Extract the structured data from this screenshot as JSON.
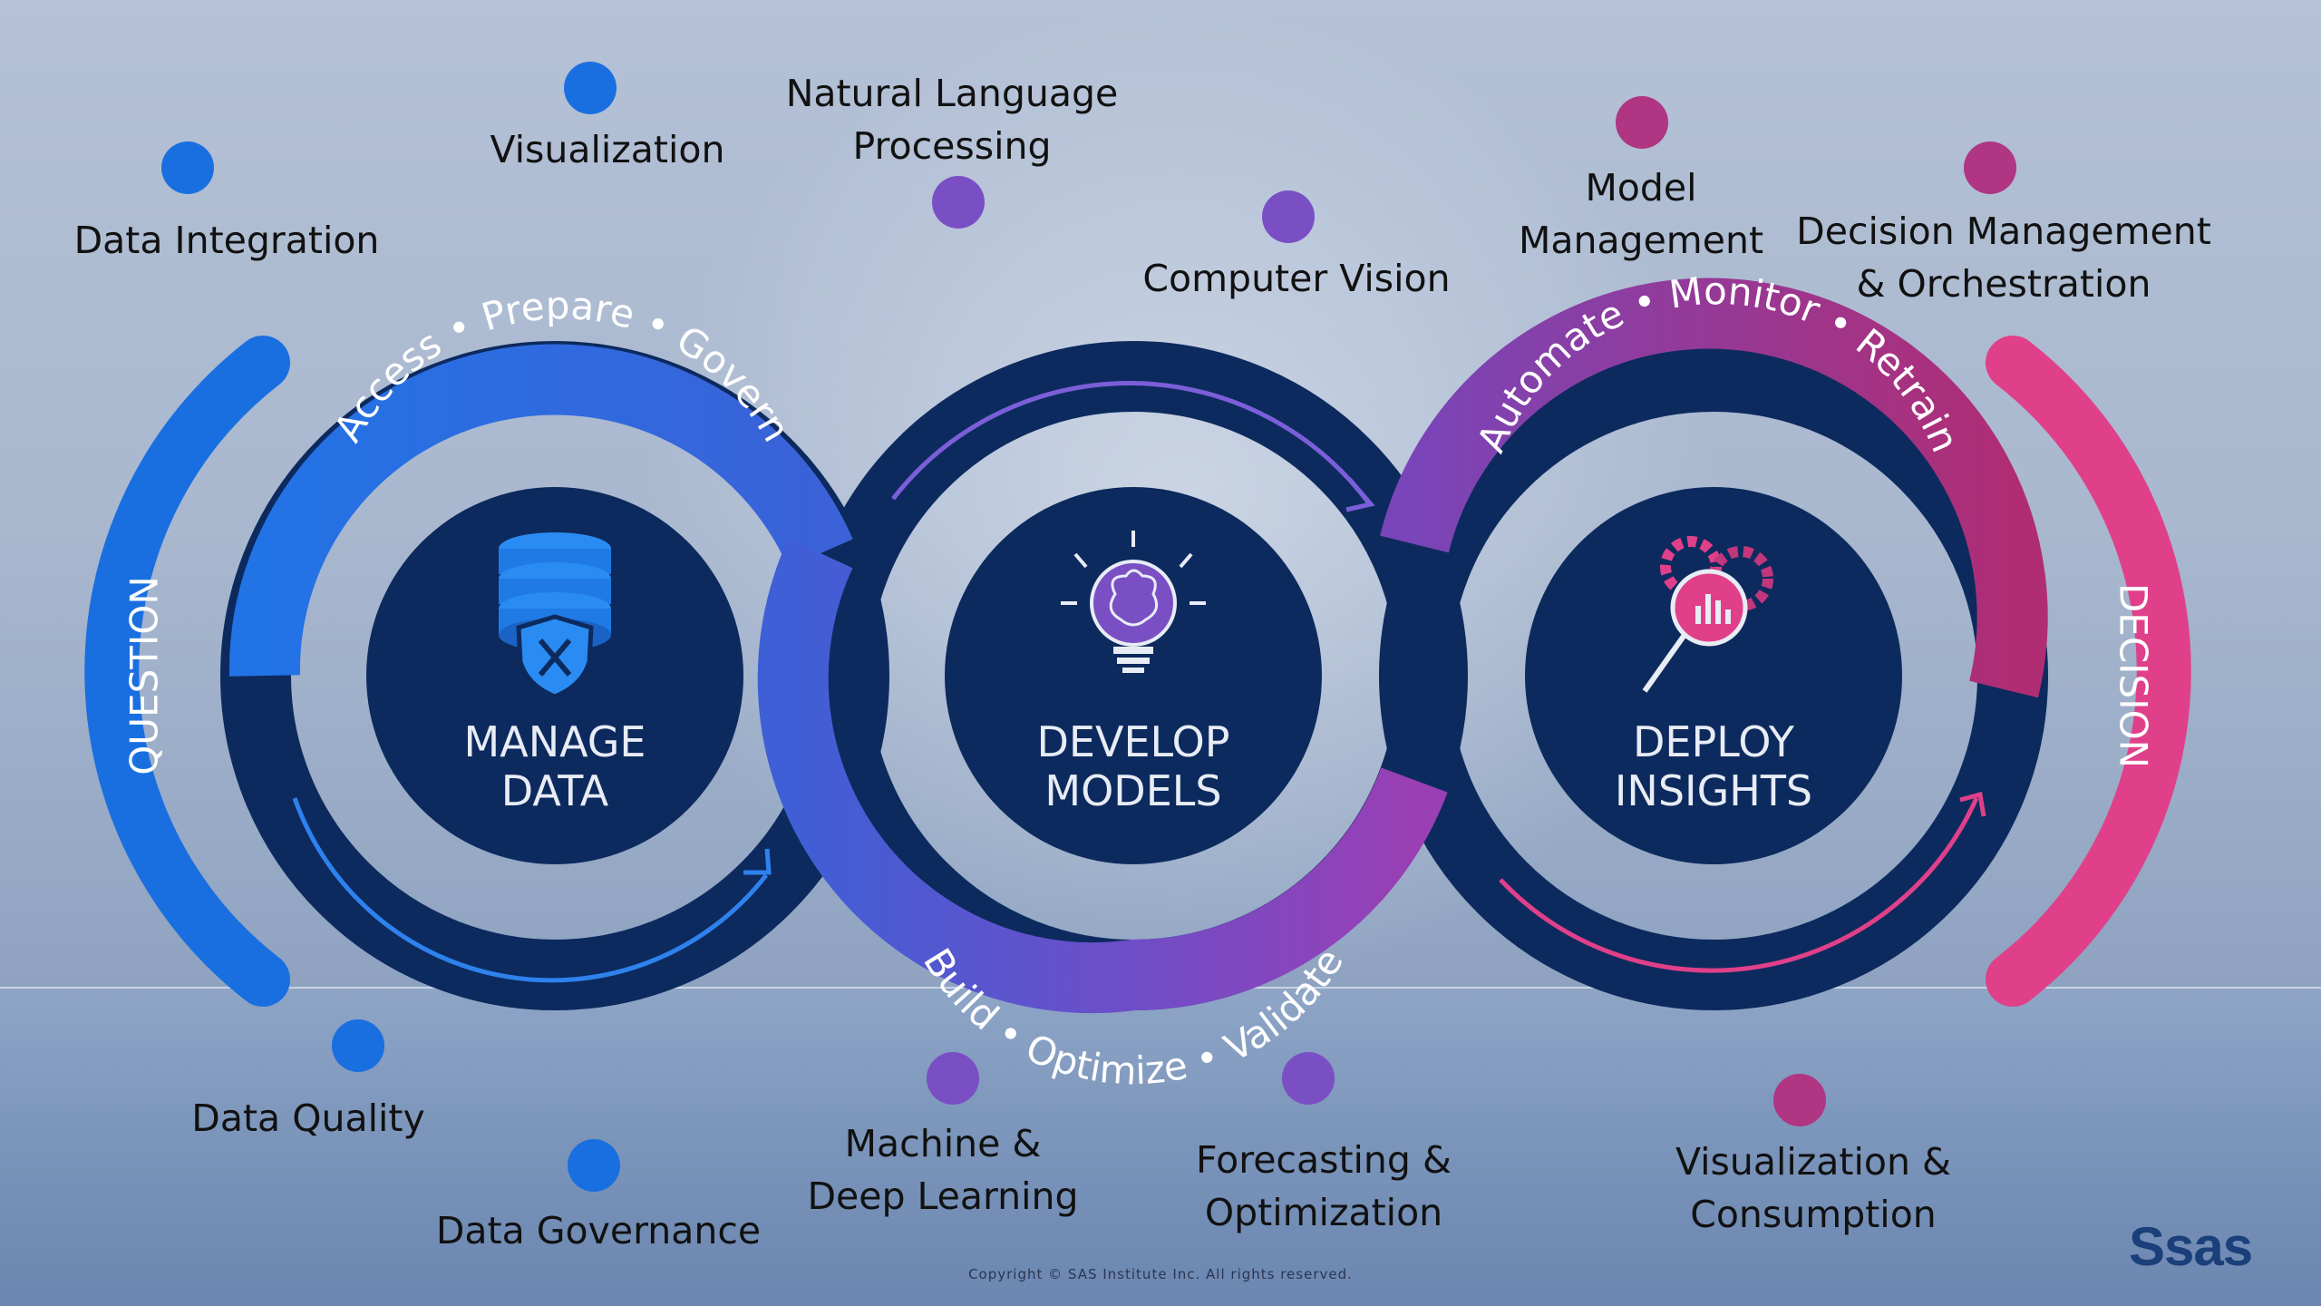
{
  "copyright": "Copyright © SAS Institute Inc. All rights reserved.",
  "logo_text": "Ssas",
  "side_labels": {
    "left": "QUESTION",
    "right": "DECISION"
  },
  "arc_labels": {
    "manage": "Access • Prepare • Govern",
    "develop": "Build • Optimize • Validate",
    "deploy": "Automate • Monitor • Retrain"
  },
  "circles": [
    {
      "line1": "MANAGE",
      "line2": "DATA",
      "icon": "database-shield-icon"
    },
    {
      "line1": "DEVELOP",
      "line2": "MODELS",
      "icon": "brain-lightbulb-icon"
    },
    {
      "line1": "DEPLOY",
      "line2": "INSIGHTS",
      "icon": "gears-magnifier-icon"
    }
  ],
  "capabilities": {
    "data_integration": "Data Integration",
    "visualization": "Visualization",
    "nlp": "Natural Language\nProcessing",
    "computer_vision": "Computer Vision",
    "model_management": "Model\nManagement",
    "decision_management": "Decision Management\n& Orchestration",
    "data_quality": "Data Quality",
    "data_governance": "Data Governance",
    "machine_learning": "Machine &\nDeep Learning",
    "forecasting": "Forecasting &\nOptimization",
    "visualization_consumption": "Visualization &\nConsumption"
  },
  "colors": {
    "blue": "#1a6fe0",
    "purple": "#7a4fc4",
    "magenta": "#b03582",
    "navy": "#0d2a5e",
    "pink": "#e0408a"
  }
}
